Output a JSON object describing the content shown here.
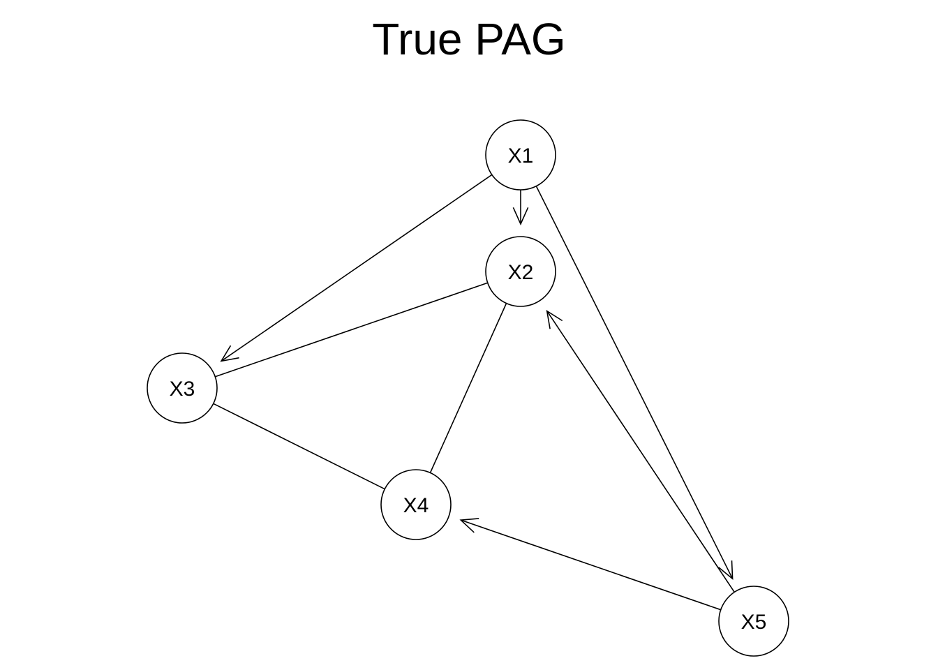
{
  "title": "True PAG",
  "nodes": [
    {
      "id": "X1",
      "label": "X1"
    },
    {
      "id": "X2",
      "label": "X2"
    },
    {
      "id": "X3",
      "label": "X3"
    },
    {
      "id": "X4",
      "label": "X4"
    },
    {
      "id": "X5",
      "label": "X5"
    }
  ],
  "edges": [
    {
      "from": "X1",
      "to": "X2",
      "head": "arrow",
      "tail": "none"
    },
    {
      "from": "X1",
      "to": "X3",
      "head": "arrow",
      "tail": "none"
    },
    {
      "from": "X1",
      "to": "X5",
      "head": "arrow",
      "tail": "none"
    },
    {
      "from": "X2",
      "to": "X3",
      "head": "none",
      "tail": "none"
    },
    {
      "from": "X2",
      "to": "X4",
      "head": "none",
      "tail": "none"
    },
    {
      "from": "X3",
      "to": "X4",
      "head": "none",
      "tail": "none"
    },
    {
      "from": "X5",
      "to": "X2",
      "head": "arrow",
      "tail": "none"
    },
    {
      "from": "X5",
      "to": "X4",
      "head": "arrow",
      "tail": "none"
    }
  ],
  "colors": {
    "stroke": "#000000",
    "node_fill": "#ffffff",
    "background": "#ffffff"
  }
}
